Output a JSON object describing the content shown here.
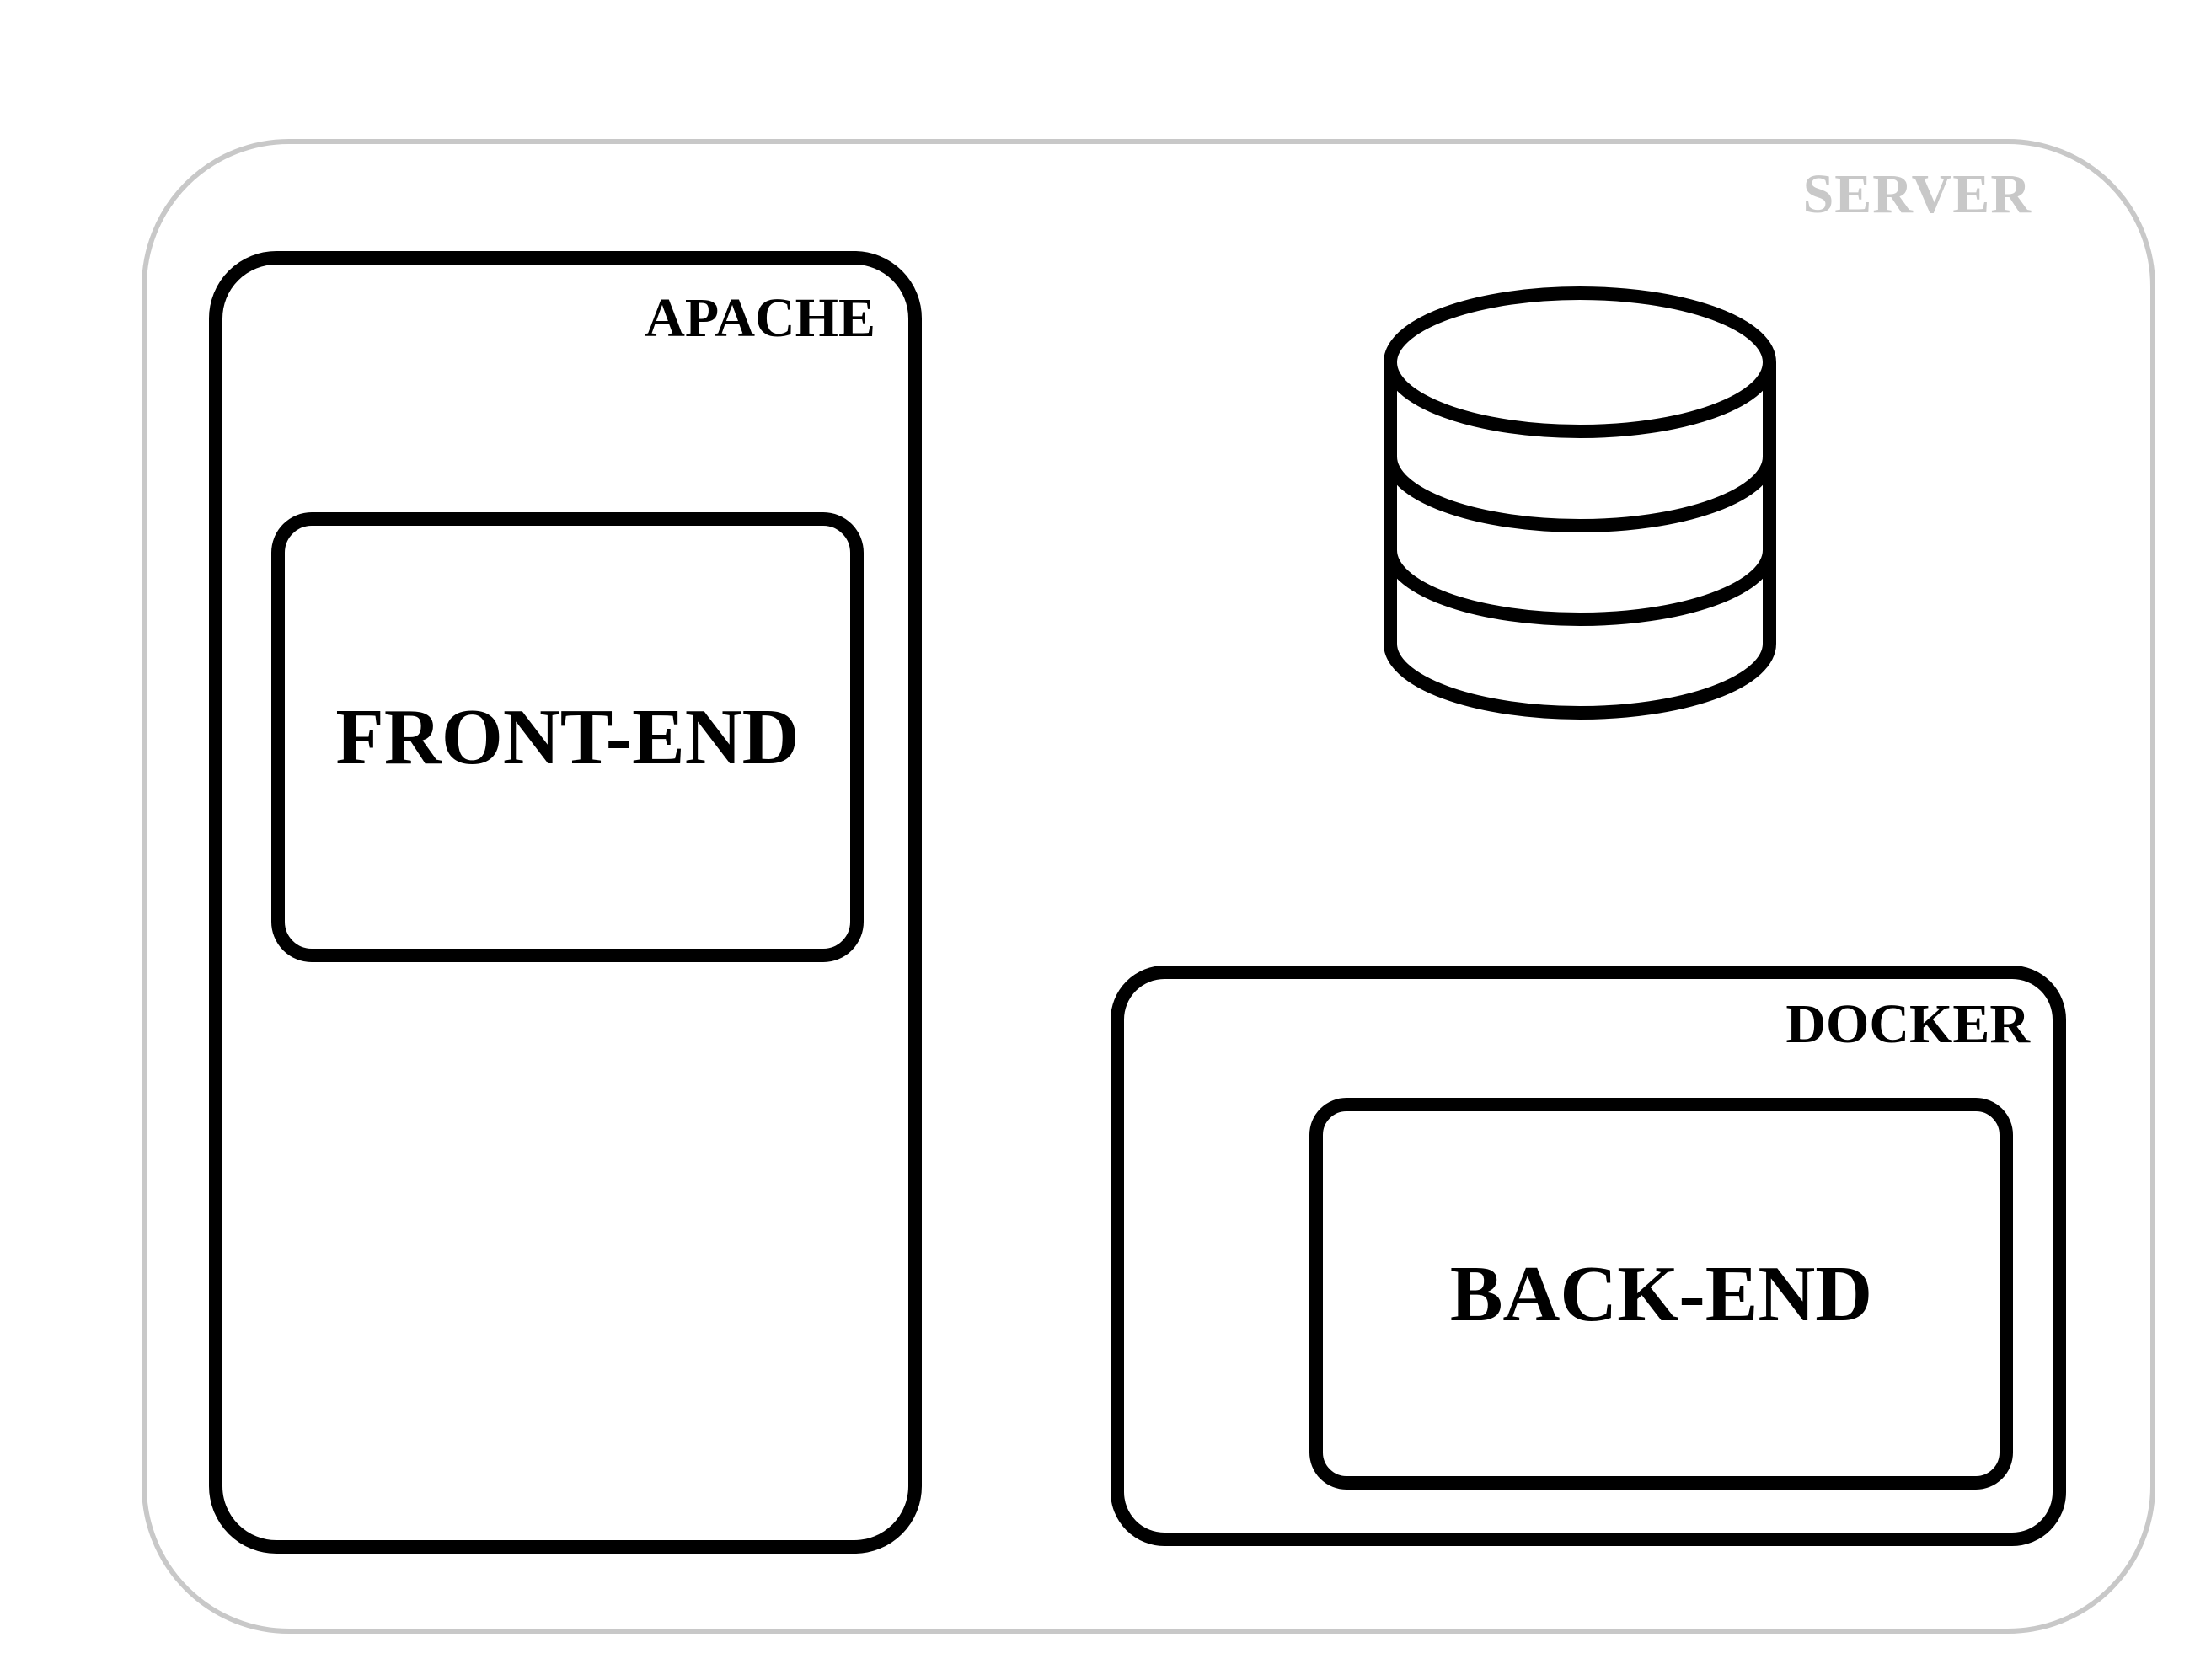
{
  "diagram": {
    "server": {
      "label": "SERVER",
      "color": "#c8c8c8"
    },
    "apache": {
      "label": "APACHE"
    },
    "front_end": {
      "label": "FRONT-END"
    },
    "docker": {
      "label": "DOCKER"
    },
    "back_end": {
      "label": "BACK-END"
    },
    "database": {
      "icon": "database-icon"
    }
  }
}
